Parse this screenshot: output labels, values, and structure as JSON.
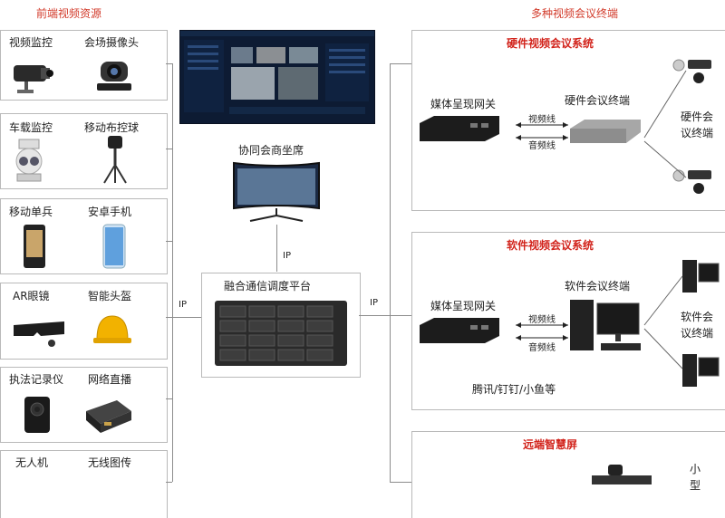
{
  "front_title": "前端视频资源",
  "multi_title": "多种视频会议终端",
  "devices": [
    {
      "left": "视频监控",
      "right": "会场摄像头"
    },
    {
      "left": "车载监控",
      "right": "移动布控球"
    },
    {
      "left": "移动单兵",
      "right": "安卓手机"
    },
    {
      "left": "AR眼镜",
      "right": "智能头盔"
    },
    {
      "left": "执法记录仪",
      "right": "网络直播"
    },
    {
      "left": "无人机",
      "right": "无线图传"
    }
  ],
  "seat_label": "协同会商坐席",
  "platform_label": "融合通信调度平台",
  "ip": [
    "IP",
    "IP",
    "IP"
  ],
  "hardware": {
    "title": "硬件视频会议系统",
    "gateway": "媒体呈现网关",
    "terminal": "硬件会议终端",
    "video_line": "视频线",
    "audio_line": "音频线",
    "endpoint": [
      "硬件会",
      "议终端"
    ]
  },
  "software": {
    "title": "软件视频会议系统",
    "gateway": "媒体呈现网关",
    "terminal": "软件会议终端",
    "video_line": "视频线",
    "audio_line": "音频线",
    "endpoint": [
      "软件会",
      "议终端"
    ],
    "apps": "腾讯/钉钉/小鱼等"
  },
  "smart": {
    "title": "远端智慧屏",
    "side": [
      "小",
      "型"
    ]
  },
  "colors": {
    "accent": "#d2241c",
    "line": "#8c8c8c",
    "border": "#b9b9b9"
  }
}
